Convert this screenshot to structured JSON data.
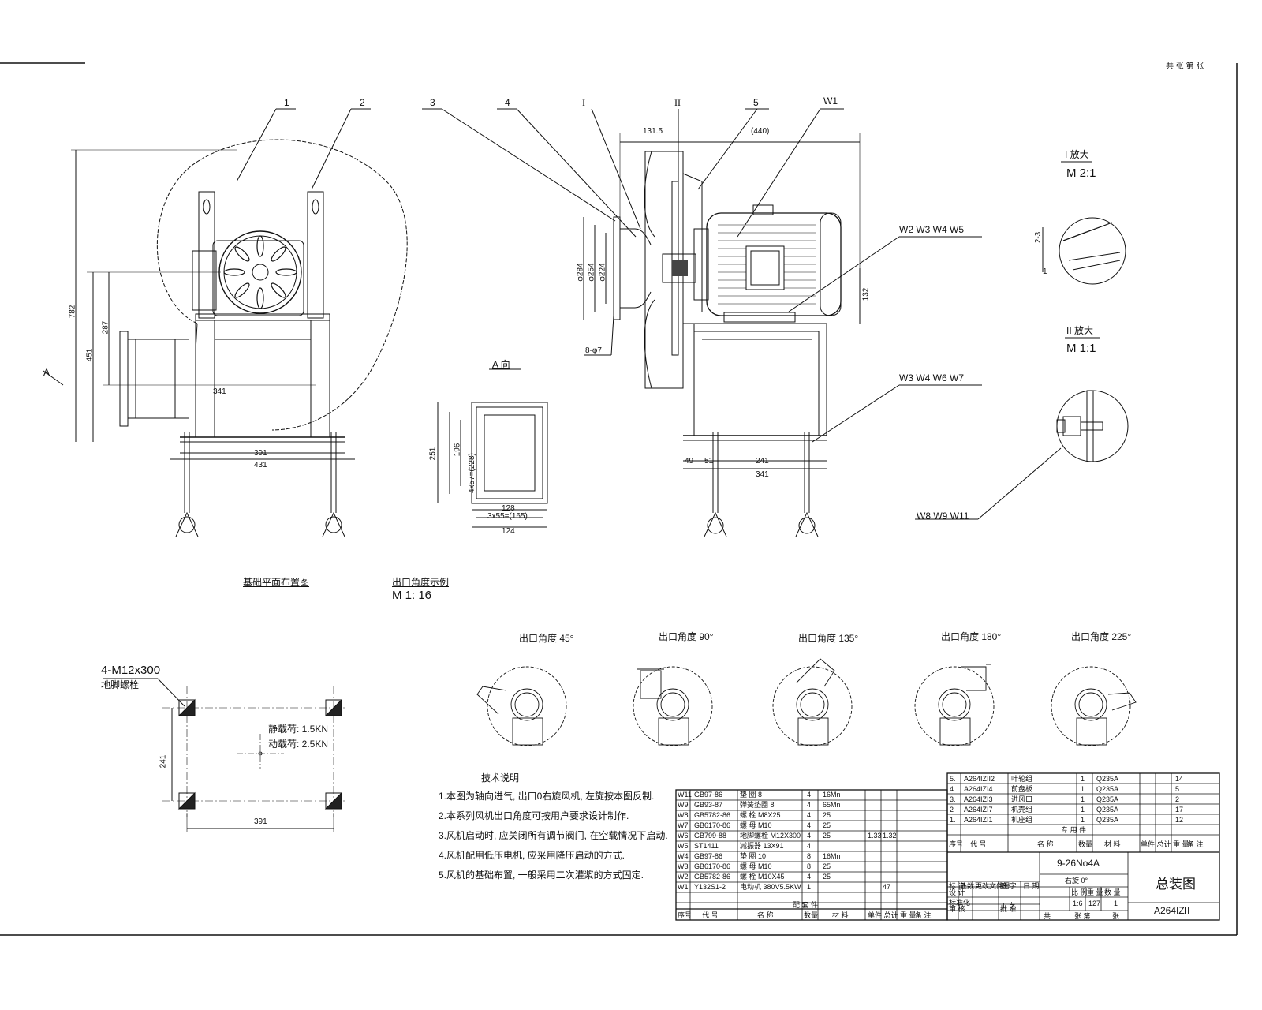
{
  "border": {
    "corner_mark": "共 张 第 张"
  },
  "callouts": [
    "1",
    "2",
    "3",
    "4",
    "I",
    "II",
    "5",
    "W1"
  ],
  "weld_labels": {
    "w2_5": "W2  W3  W4  W5",
    "w3_7": "W3  W4  W6  W7",
    "w8_11": "W8  W9  W11"
  },
  "front_view": {
    "dim_total": "782",
    "dim_451": "451",
    "dim_287": "287",
    "dim_341": "341",
    "dim_391": "391",
    "dim_431": "431",
    "dir_label": "A"
  },
  "side_view": {
    "dim_1315": "131.5",
    "dim_top": "(440)",
    "dim_d284": "φ284",
    "dim_d254": "φ254",
    "dim_d224": "φ224",
    "dim_132": "132",
    "holes": "8-φ7",
    "dim_49": "49",
    "dim_51": "51",
    "dim_241": "241",
    "dim_341": "341"
  },
  "a_view": {
    "title": "A 向",
    "dim_251": "251",
    "dim_457": "4x57=(228)",
    "dim_196": "196",
    "dim_128": "128",
    "dim_355": "3x55=(165)",
    "dim_124": "124"
  },
  "detail1": {
    "title": "I  放大",
    "scale": "M 2:1",
    "dim_23": "2-3",
    "dim_1": "1"
  },
  "detail2": {
    "title": "II  放大",
    "scale": "M 1:1"
  },
  "captions": {
    "foundation": "基础平面布置图",
    "outlet": "出口角度示例",
    "outlet_scale": "M 1: 16"
  },
  "outlet_angles": [
    "出口角度 45°",
    "出口角度 90°",
    "出口角度 135°",
    "出口角度 180°",
    "出口角度 225°"
  ],
  "foundation": {
    "bolt_label": "4-M12x300",
    "bolt_sub": "地脚螺栓",
    "static": "静载荷: 1.5KN",
    "dynamic": "动载荷: 2.5KN",
    "dim_241": "241",
    "dim_391": "391"
  },
  "notes": {
    "title": "技术说明",
    "items": [
      "1.本图为轴向进气, 出口0右旋风机, 左旋按本图反制.",
      "2.本系列风机出口角度可按用户要求设计制作.",
      "3.风机启动时, 应关闭所有调节阀门, 在空载情况下启动.",
      "4.风机配用低压电机, 应采用降压启动的方式.",
      "5.风机的基础布置, 一般采用二次灌浆的方式固定."
    ]
  },
  "bom_left": {
    "rows": [
      [
        "W11",
        "GB97-86",
        "垫 圈 8",
        "4",
        "16Mn",
        "",
        "",
        ""
      ],
      [
        "W9",
        "GB93-87",
        "弹簧垫圈 8",
        "4",
        "65Mn",
        "",
        "",
        ""
      ],
      [
        "W8",
        "GB5782-86",
        "螺 栓 M8X25",
        "4",
        "25",
        "",
        "",
        ""
      ],
      [
        "W7",
        "GB6170-86",
        "螺 母 M10",
        "4",
        "25",
        "",
        "",
        ""
      ],
      [
        "W6",
        "GB799-88",
        "地脚螺栓 M12X300",
        "4",
        "25",
        "1.33",
        "1.32",
        ""
      ],
      [
        "W5",
        "ST1411",
        "减振器 13X91",
        "4",
        "",
        "",
        "",
        ""
      ],
      [
        "W4",
        "GB97-86",
        "垫 圈 10",
        "8",
        "16Mn",
        "",
        "",
        ""
      ],
      [
        "W3",
        "GB6170-86",
        "螺 母 M10",
        "8",
        "25",
        "",
        "",
        ""
      ],
      [
        "W2",
        "GB5782-86",
        "螺 栓 M10X45",
        "4",
        "25",
        "",
        "",
        ""
      ],
      [
        "W1",
        "Y132S1-2",
        "电动机 380V5.5KW",
        "1",
        "",
        "",
        "47",
        ""
      ]
    ],
    "section": "配 套 件",
    "header": [
      "序号",
      "代 号",
      "名 称",
      "数量",
      "材 料",
      "单件 总计 重 量",
      "备 注"
    ]
  },
  "bom_right": {
    "rows": [
      [
        "5.",
        "A264IZII2",
        "叶轮组",
        "1",
        "Q235A",
        "",
        "14"
      ],
      [
        "4.",
        "A264IZI4",
        "前盘板",
        "1",
        "Q235A",
        "",
        "5"
      ],
      [
        "3.",
        "A264IZI3",
        "进风口",
        "1",
        "Q235A",
        "",
        "2"
      ],
      [
        "2",
        "A264IZI7",
        "机壳组",
        "1",
        "Q235A",
        "",
        "17"
      ],
      [
        "1.",
        "A264IZI1",
        "机座组",
        "1",
        "Q235A",
        "",
        "12"
      ]
    ],
    "section": "专 用 件",
    "header": [
      "序号",
      "代 号",
      "名 称",
      "数量",
      "材 料",
      "单件 总计 重 量",
      "备 注"
    ]
  },
  "title_block": {
    "model": "9-26No4A",
    "drawing_name": "总装图",
    "drawing_no": "A264IZII",
    "stage": "右旋 0°",
    "scale_hdr": "比 例",
    "weight_hdr": "重 量",
    "qty_hdr": "数 量",
    "scale": "1:6",
    "weight": "127",
    "qty": "1",
    "sheet_total": "共",
    "sheet_no": "张 第",
    "sheet_of": "张",
    "sign_rows": [
      "标 记",
      "处数",
      "更改文件号",
      "签 字",
      "日 期"
    ],
    "roles": [
      "设 计",
      "标准化",
      "审 核",
      "工 艺",
      "批 准"
    ]
  }
}
